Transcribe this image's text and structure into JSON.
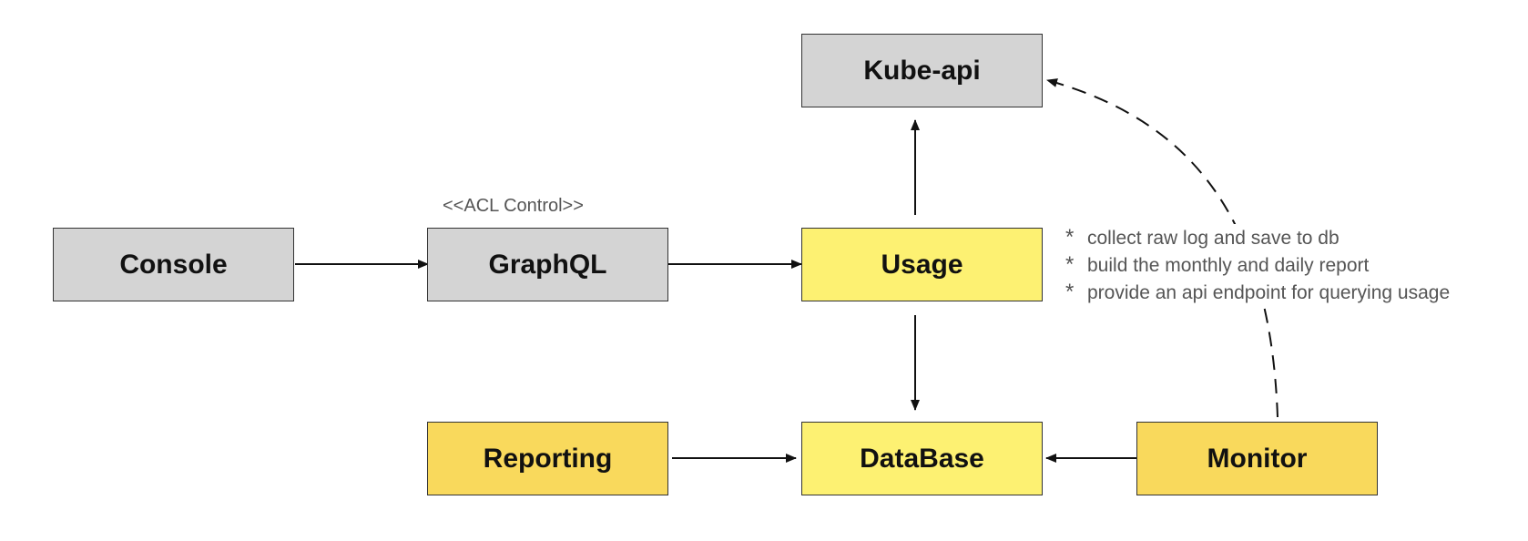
{
  "nodes": {
    "console": {
      "label": "Console"
    },
    "graphql": {
      "label": "GraphQL",
      "stereotype": "<<ACL Control>>"
    },
    "usage": {
      "label": "Usage"
    },
    "kube_api": {
      "label": "Kube-api"
    },
    "database": {
      "label": "DataBase"
    },
    "reporting": {
      "label": "Reporting"
    },
    "monitor": {
      "label": "Monitor"
    }
  },
  "notes": [
    {
      "bullet": "*",
      "text": "collect raw log and save to db"
    },
    {
      "bullet": "*",
      "text": "build the monthly and daily report"
    },
    {
      "bullet": "*",
      "text": "provide an api endpoint for querying usage"
    }
  ],
  "colors": {
    "gray_fill": "#d4d4d4",
    "light_yellow_fill": "#fdf172",
    "dark_yellow_fill": "#f9d95c",
    "stroke": "#111111",
    "note_text": "#555555"
  }
}
